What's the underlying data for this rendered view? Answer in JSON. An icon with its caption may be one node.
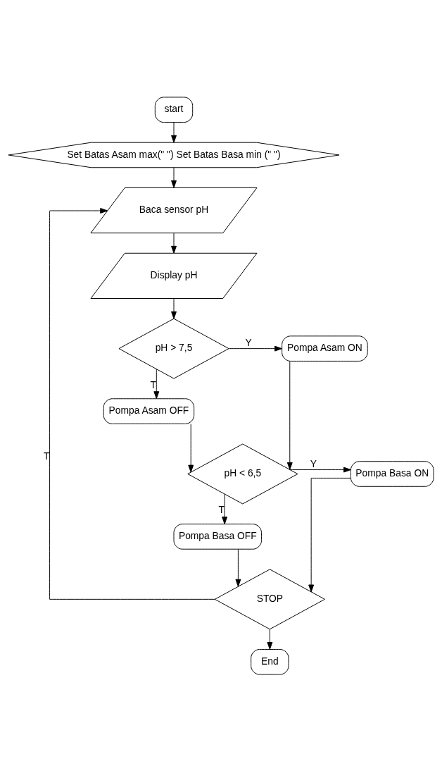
{
  "diagram": {
    "nodes": [
      {
        "text": [
          "start"
        ]
      },
      {
        "text": [
          "Set Batas Asam max(\" \") Set Batas Basa min (\" \")"
        ]
      },
      {
        "text": [
          "Baca sensor pH"
        ]
      },
      {
        "text": [
          "Display pH"
        ]
      },
      {
        "text": [
          "pH > 7,5"
        ]
      },
      {
        "text": [
          "Pompa Asam ON"
        ]
      },
      {
        "text": [
          "Pompa Asam OFF"
        ]
      },
      {
        "text": [
          "pH < 6,5"
        ]
      },
      {
        "text": [
          "Pompa Basa ON"
        ]
      },
      {
        "text": [
          "Pompa Basa OFF"
        ]
      },
      {
        "text": [
          "STOP"
        ]
      },
      {
        "text": [
          "End"
        ]
      }
    ],
    "edges": [
      {
        "from": 0,
        "to": 1,
        "arrow": "to"
      },
      {
        "from": 1,
        "to": 2,
        "arrow": "to"
      },
      {
        "from": 2,
        "to": 3,
        "arrow": "to"
      },
      {
        "from": 3,
        "to": 4,
        "arrow": "to"
      },
      {
        "from": 4,
        "to": 5,
        "arrow": "to",
        "label": "Y"
      },
      {
        "from": 4,
        "to": 6,
        "arrow": "to",
        "label": "T"
      },
      {
        "from": 5,
        "to": 7,
        "arrow": "to"
      },
      {
        "from": 6,
        "to": 7,
        "arrow": "to"
      },
      {
        "from": 7,
        "to": 8,
        "arrow": "to",
        "label": "Y"
      },
      {
        "from": 7,
        "to": 9,
        "arrow": "to",
        "label": "T"
      },
      {
        "from": 8,
        "to": 10,
        "arrow": "to"
      },
      {
        "from": 9,
        "to": 10,
        "arrow": "to"
      },
      {
        "from": 10,
        "to": 11,
        "arrow": "to"
      },
      {
        "from": 10,
        "to": 2,
        "arrow": "to",
        "label": "T"
      }
    ]
  }
}
